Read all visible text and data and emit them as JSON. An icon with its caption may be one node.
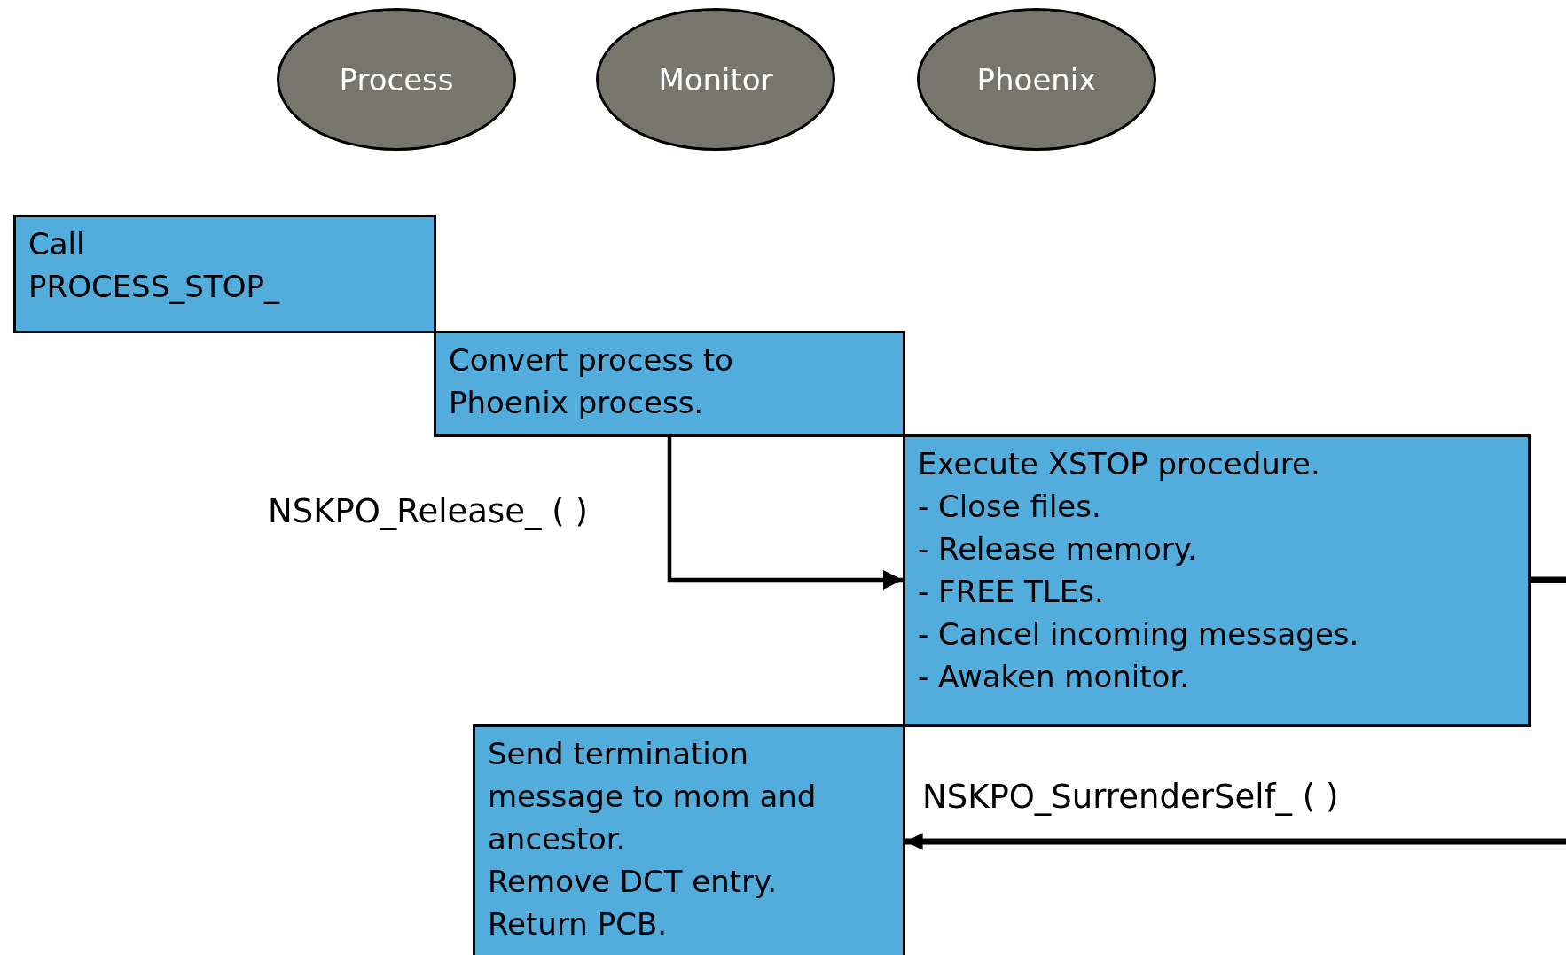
{
  "diagram": {
    "nodes": [
      {
        "text": [
          "Process"
        ]
      },
      {
        "text": [
          "Monitor"
        ]
      },
      {
        "text": [
          "Phoenix"
        ]
      },
      {
        "text": [
          "Call PROCESS_STOP_"
        ]
      },
      {
        "text": [
          "Convert process to Phoenix process."
        ]
      },
      {
        "text": [
          "Execute XSTOP procedure.",
          "- Close files.",
          "- Release memory.",
          "- FREE TLEs.",
          "- Cancel incoming messages.",
          "- Awaken monitor."
        ]
      },
      {
        "text": [
          "Send termination message to mom and ancestor.",
          "Remove DCT entry.",
          "Return PCB."
        ]
      }
    ],
    "edges": [
      {
        "from": 4,
        "to": 5,
        "arrow": "to",
        "label": "NSKPO_Release_ ( )"
      },
      {
        "from": 5,
        "to": null,
        "arrow": "none"
      },
      {
        "from": null,
        "to": 6,
        "arrow": "to",
        "label": "NSKPO_SurrenderSelf_ ( )"
      }
    ]
  }
}
